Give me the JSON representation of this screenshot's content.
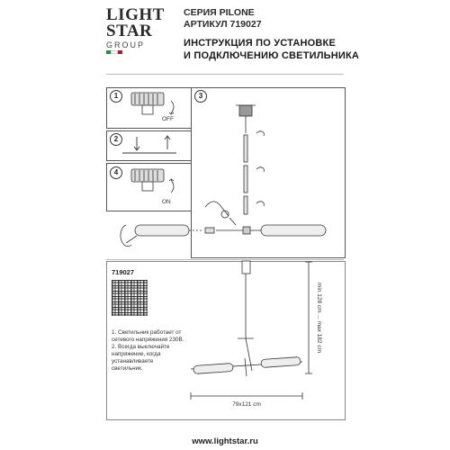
{
  "brand": {
    "line1": "LIGHT",
    "line2": "STAR",
    "line3": "GROUP",
    "flag_colors": [
      "#2e8b3e",
      "#ffffff",
      "#c8102e"
    ]
  },
  "header": {
    "series": "СЕРИЯ PILONE",
    "article": "АРТИКУЛ 719027",
    "title_line1": "ИНСТРУКЦИЯ ПО УСТАНОВКЕ",
    "title_line2": "И ПОДКЛЮЧЕНИЮ СВЕТИЛЬНИКА"
  },
  "steps": [
    {
      "number": "1",
      "label": "OFF"
    },
    {
      "number": "2",
      "label": ""
    },
    {
      "number": "3",
      "label": ""
    },
    {
      "number": "4",
      "label": "ON"
    }
  ],
  "product": {
    "article": "719027",
    "height_label": "min 128 cm ... max 182 cm",
    "width_label": "79x121 cm"
  },
  "notes": [
    "1. Светильник работает от сетевого напряжения 230В.",
    "2. Всегда выключайте напряжение, когда устанавливаете светильник."
  ],
  "footer": {
    "url": "www.lightstar.ru"
  }
}
